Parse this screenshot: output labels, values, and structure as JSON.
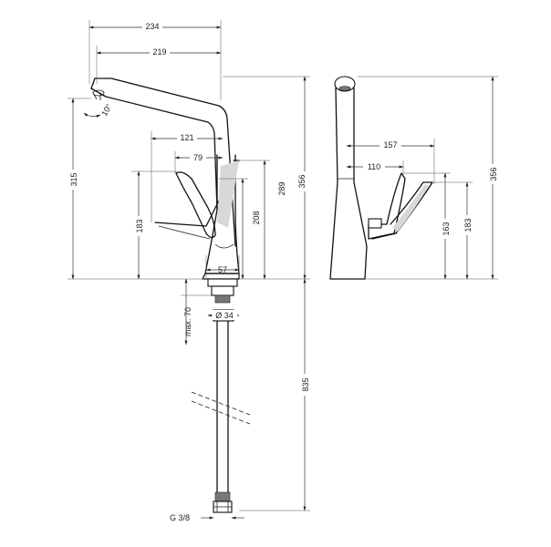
{
  "drawing": {
    "front_view": {
      "dim_spout_reach_outer": "234",
      "dim_spout_reach_inner": "219",
      "dim_swivel_angle": "10°",
      "dim_height_outlet": "315",
      "dim_total_height": "356",
      "dim_height_289": "289",
      "dim_height_208": "208",
      "dim_lever_reach_121": "121",
      "dim_lever_reach_79": "79",
      "dim_lever_height_183": "183",
      "dim_base_width": "57",
      "dim_max_counter": "max. 70",
      "dim_hole_diameter": "Ø 34",
      "dim_hose_length": "835",
      "dim_connection": "G 3/8"
    },
    "side_view": {
      "dim_lever_157": "157",
      "dim_lever_110": "110",
      "dim_height_163": "163",
      "dim_height_183": "183",
      "dim_total_height": "356"
    }
  }
}
